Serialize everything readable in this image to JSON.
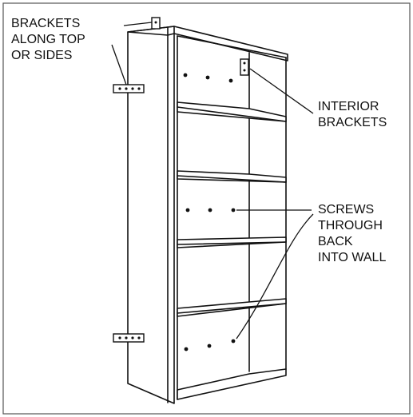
{
  "callouts": {
    "brackets_top_sides": [
      "BRACKETS",
      "ALONG TOP",
      "OR SIDES"
    ],
    "interior_brackets": [
      "INTERIOR",
      "BRACKETS"
    ],
    "screws_wall": [
      "SCREWS",
      "THROUGH",
      "BACK",
      "INTO WALL"
    ]
  },
  "colors": {
    "line": "#111111",
    "frame": "#555555",
    "background": "#ffffff"
  }
}
